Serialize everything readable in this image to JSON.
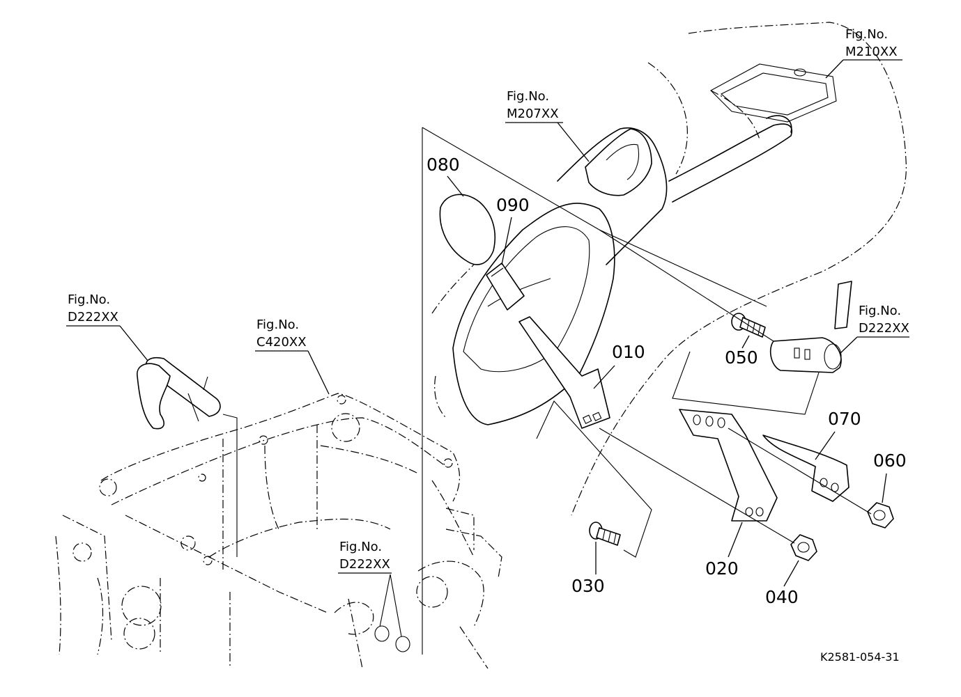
{
  "fig_refs": [
    {
      "label": "Fig.No.",
      "code": "M210XX"
    },
    {
      "label": "Fig.No.",
      "code": "M207XX"
    },
    {
      "label": "Fig.No.",
      "code": "D222XX"
    },
    {
      "label": "Fig.No.",
      "code": "C420XX"
    },
    {
      "label": "Fig.No.",
      "code": "D222XX"
    },
    {
      "label": "Fig.No.",
      "code": "D222XX"
    }
  ],
  "parts": [
    "080",
    "090",
    "010",
    "050",
    "070",
    "060",
    "030",
    "020",
    "040"
  ],
  "diagram_id": "K2581-054-31"
}
